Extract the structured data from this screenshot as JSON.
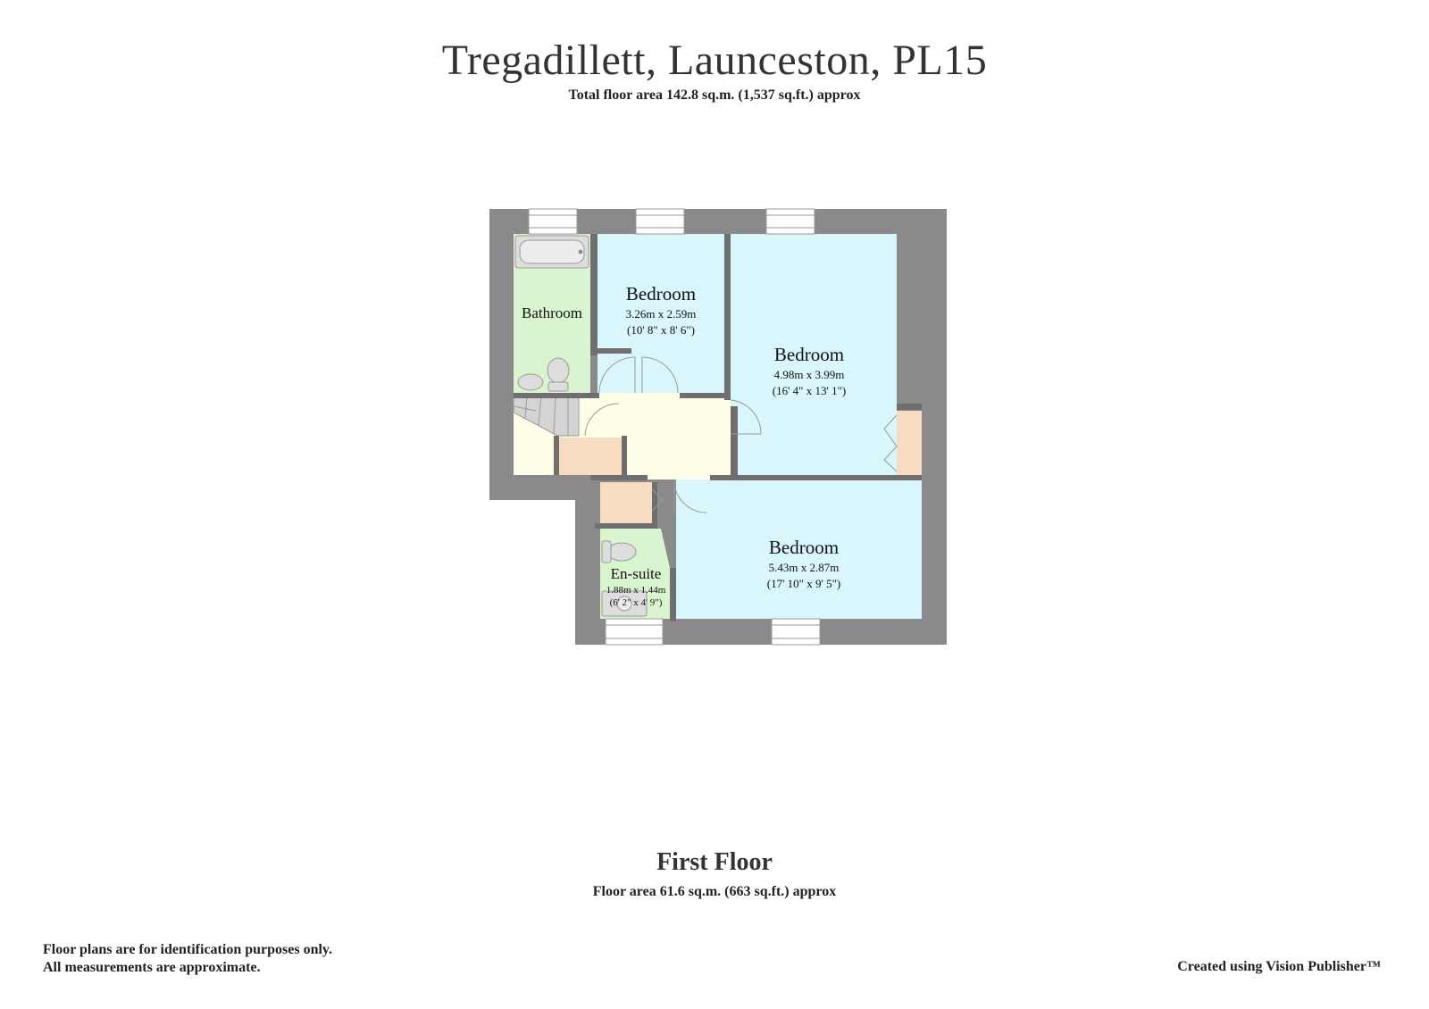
{
  "header": {
    "title": "Tregadillett, Launceston, PL15",
    "total_area": "Total floor area 142.8 sq.m. (1,537 sq.ft.) approx"
  },
  "floor": {
    "name": "First Floor",
    "area": "Floor area 61.6 sq.m. (663 sq.ft.) approx"
  },
  "rooms": {
    "bathroom": {
      "name": "Bathroom"
    },
    "bedroom_small": {
      "name": "Bedroom",
      "metric": "3.26m x 2.59m",
      "imperial": "(10' 8\" x 8' 6\")"
    },
    "bedroom_large": {
      "name": "Bedroom",
      "metric": "4.98m x 3.99m",
      "imperial": "(16' 4\" x 13' 1\")"
    },
    "bedroom_bottom": {
      "name": "Bedroom",
      "metric": "5.43m x 2.87m",
      "imperial": "(17' 10\" x 9' 5\")"
    },
    "ensuite": {
      "name": "En-suite",
      "metric": "1.88m x 1.44m",
      "imperial": "(6' 2\" x 4' 9\")"
    }
  },
  "footer": {
    "disclaimer_line1": "Floor plans are for identification purposes only.",
    "disclaimer_line2": "All measurements are approximate.",
    "credit": "Created using Vision Publisher™"
  },
  "colors": {
    "wall": "#8a8a8a",
    "bedroom": "#d8f6fb",
    "bathroom": "#d9f5cf",
    "landing": "#fdfde8",
    "cupboard": "#f8dcc2",
    "stairs": "#d4d4d4"
  }
}
